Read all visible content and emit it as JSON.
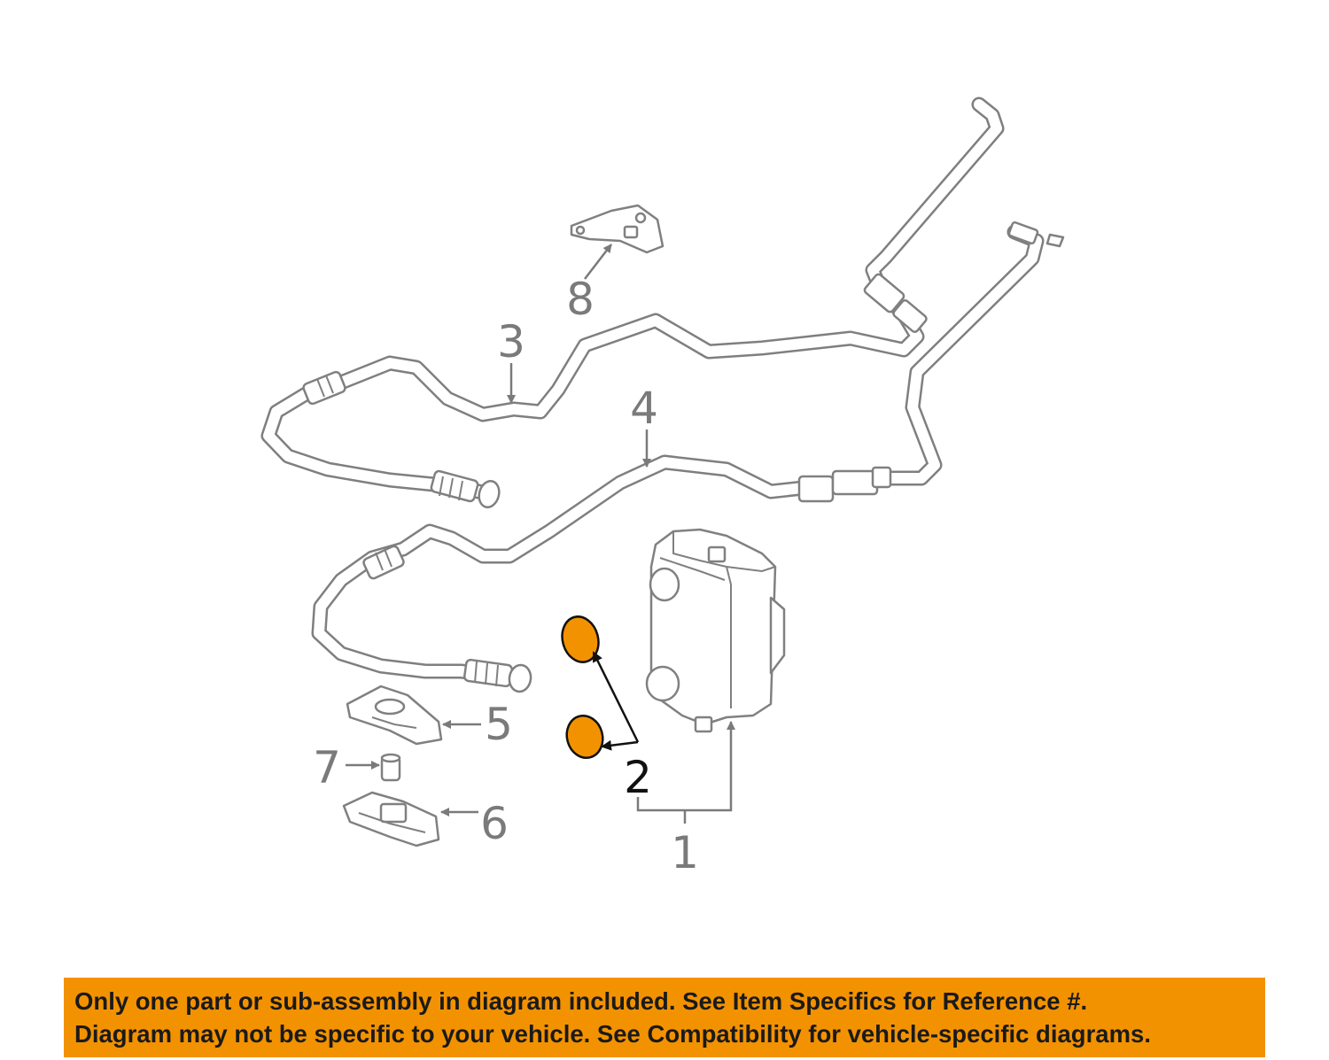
{
  "diagram": {
    "callouts": {
      "part1": "1",
      "part2": "2",
      "part3": "3",
      "part4": "4",
      "part5": "5",
      "part6": "6",
      "part7": "7",
      "part8": "8"
    },
    "highlight_color": "#f39200",
    "highlighted_part": "2"
  },
  "banner": {
    "line1": "Only one part or sub-assembly in diagram included. See Item Specifics for Reference #.",
    "line2": "Diagram may not be specific to your vehicle. See Compatibility for vehicle-specific diagrams.",
    "background": "#f39200"
  }
}
